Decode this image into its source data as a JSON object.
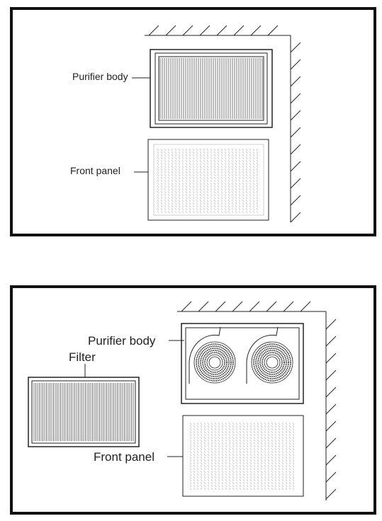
{
  "top_panel": {
    "labels": {
      "purifier_body": "Purifier body",
      "front_panel": "Front panel"
    }
  },
  "bottom_panel": {
    "labels": {
      "purifier_body": "Purifier body",
      "filter": "Filter",
      "front_panel": "Front panel"
    }
  },
  "colors": {
    "line": "#222222",
    "frame": "#111111"
  }
}
